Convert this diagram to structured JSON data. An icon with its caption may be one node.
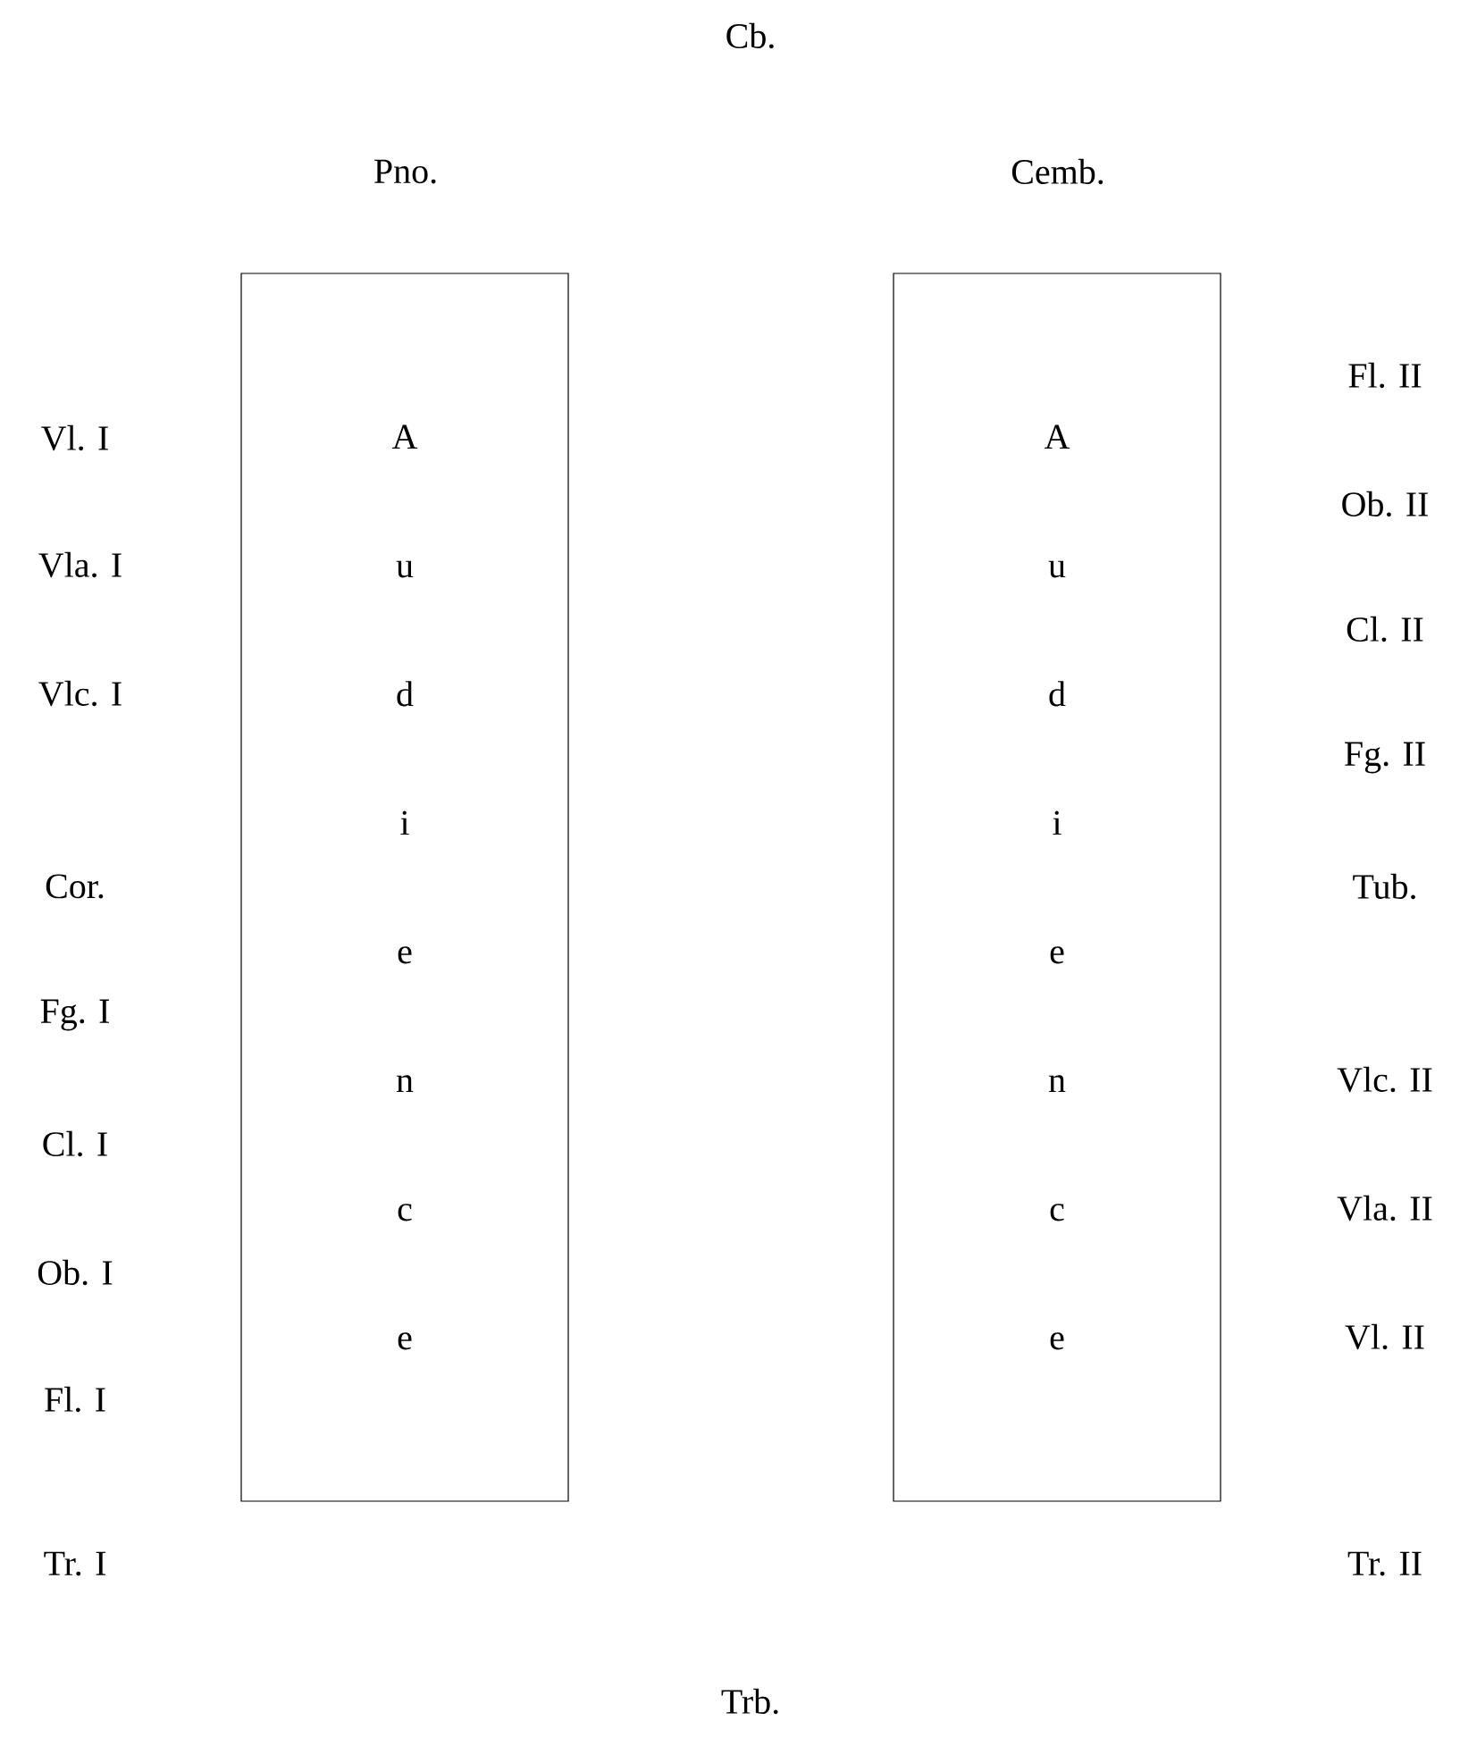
{
  "diagram": {
    "nodes": [
      {
        "text": [
          "A u d i e n c e"
        ]
      },
      {
        "text": [
          "A u d i e n c e"
        ]
      }
    ],
    "labels": [
      "Cb.",
      "Pno.",
      "Cemb.",
      "Fl. II",
      "Vl. I",
      "Ob. II",
      "Vla. I",
      "Cl. II",
      "Vlc. I",
      "Fg. II",
      "Cor.",
      "Tub.",
      "Fg. I",
      "Vlc. II",
      "Cl. I",
      "Vla. II",
      "Ob. I",
      "Vl. II",
      "Fl. I",
      "Tr. I",
      "Tr. II",
      "Trb."
    ]
  }
}
